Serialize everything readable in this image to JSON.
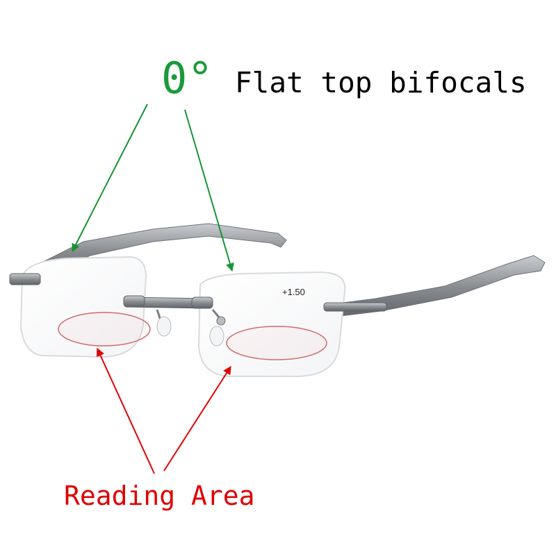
{
  "annotations": {
    "angle": "0°",
    "title": "Flat top bifocals",
    "reading_area": "Reading Area",
    "lens_power": "+1.50"
  },
  "colors": {
    "angle_text": "#1a9a3a",
    "green_arrow": "#179433",
    "red_arrow": "#e00000",
    "reading_text": "#e00000",
    "reading_zone": "#d06a6a",
    "frame_metal": "#8a8d91"
  },
  "icons": {
    "top_arrows": "green-arrow-icon",
    "bottom_arrows": "red-arrow-icon"
  }
}
